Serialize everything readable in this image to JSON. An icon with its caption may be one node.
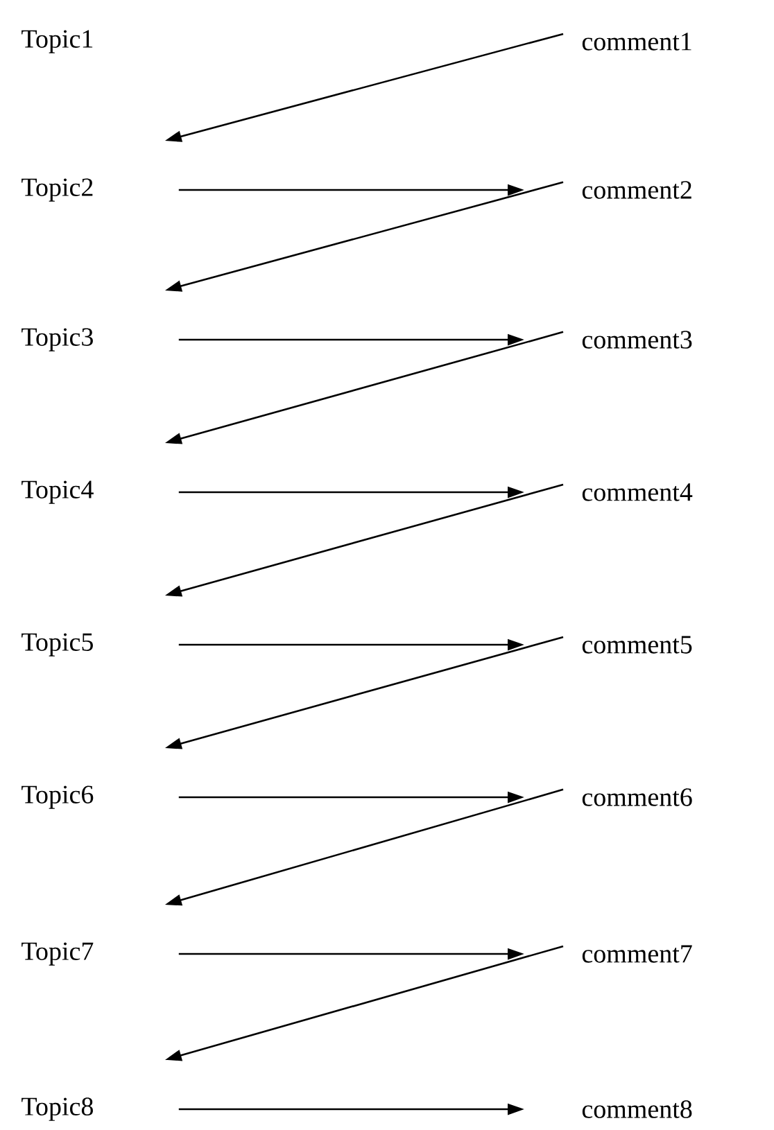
{
  "diagram": {
    "nodes": [
      {
        "text": [
          "Topic1"
        ]
      },
      {
        "text": [
          "comment1"
        ]
      },
      {
        "text": [
          "Topic2"
        ]
      },
      {
        "text": [
          "comment2"
        ]
      },
      {
        "text": [
          "Topic3"
        ]
      },
      {
        "text": [
          "comment3"
        ]
      },
      {
        "text": [
          "Topic4"
        ]
      },
      {
        "text": [
          "comment4"
        ]
      },
      {
        "text": [
          "Topic5"
        ]
      },
      {
        "text": [
          "comment5"
        ]
      },
      {
        "text": [
          "Topic6"
        ]
      },
      {
        "text": [
          "comment6"
        ]
      },
      {
        "text": [
          "Topic7"
        ]
      },
      {
        "text": [
          "comment7"
        ]
      },
      {
        "text": [
          "Topic8"
        ]
      },
      {
        "text": [
          "comment8"
        ]
      }
    ],
    "edges": [
      {
        "from": 1,
        "to": 2,
        "arrow": "to"
      },
      {
        "from": 2,
        "to": 3,
        "arrow": "to"
      },
      {
        "from": 3,
        "to": 4,
        "arrow": "to"
      },
      {
        "from": 4,
        "to": 5,
        "arrow": "to"
      },
      {
        "from": 5,
        "to": 6,
        "arrow": "to"
      },
      {
        "from": 6,
        "to": 7,
        "arrow": "to"
      },
      {
        "from": 7,
        "to": 8,
        "arrow": "to"
      },
      {
        "from": 8,
        "to": 9,
        "arrow": "to"
      },
      {
        "from": 9,
        "to": 10,
        "arrow": "to"
      },
      {
        "from": 10,
        "to": 11,
        "arrow": "to"
      },
      {
        "from": 11,
        "to": 12,
        "arrow": "to"
      },
      {
        "from": 12,
        "to": 13,
        "arrow": "to"
      },
      {
        "from": 13,
        "to": 14,
        "arrow": "to"
      },
      {
        "from": 14,
        "to": 15,
        "arrow": "to"
      }
    ]
  }
}
